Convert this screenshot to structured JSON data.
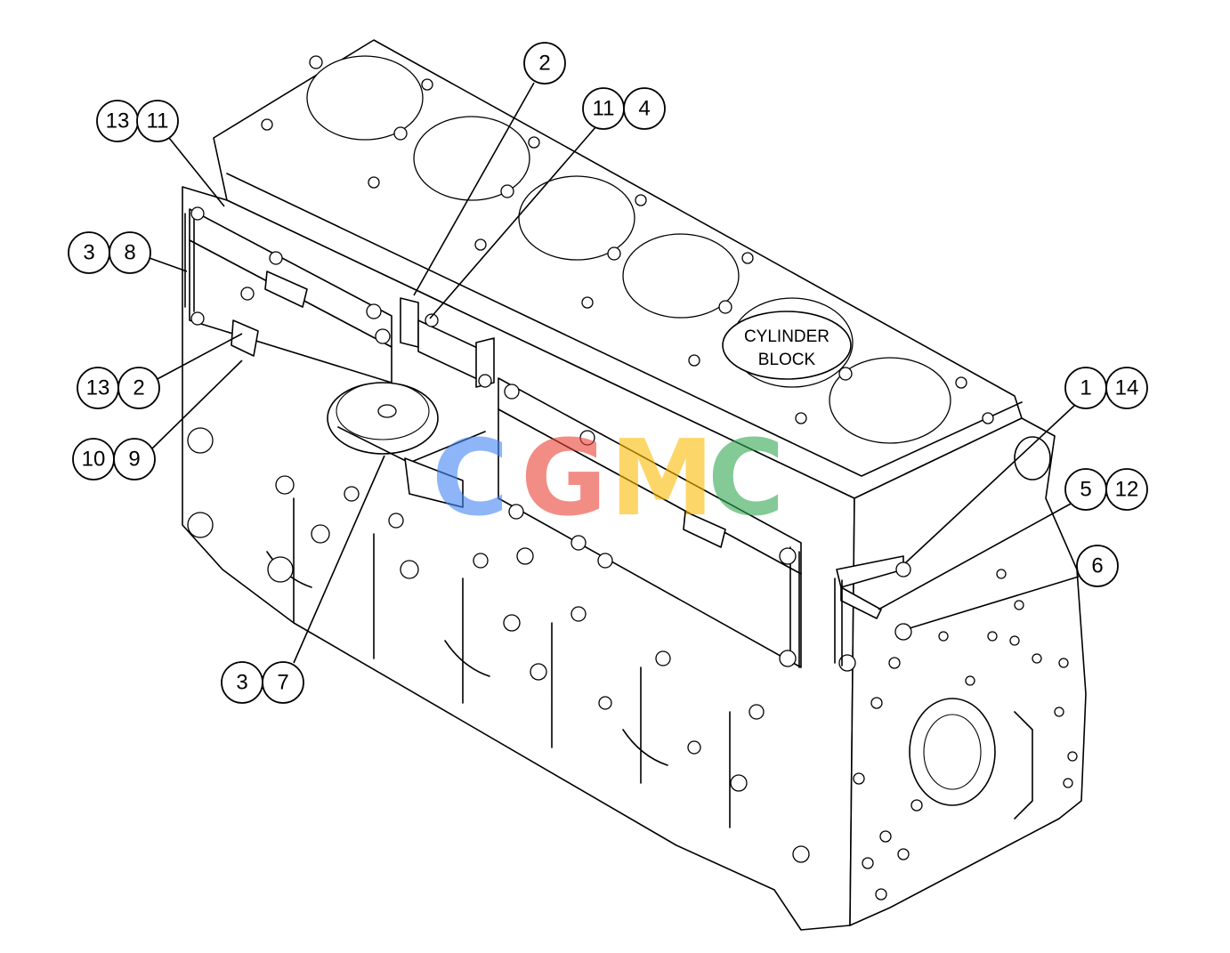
{
  "diagram": {
    "block_label_line1": "CYLINDER",
    "block_label_line2": "BLOCK",
    "callouts": [
      {
        "id": "13a",
        "text": "13"
      },
      {
        "id": "11a",
        "text": "11"
      },
      {
        "id": "3a",
        "text": "3"
      },
      {
        "id": "8",
        "text": "8"
      },
      {
        "id": "13b",
        "text": "13"
      },
      {
        "id": "2a",
        "text": "2"
      },
      {
        "id": "10",
        "text": "10"
      },
      {
        "id": "9",
        "text": "9"
      },
      {
        "id": "3b",
        "text": "3"
      },
      {
        "id": "7",
        "text": "7"
      },
      {
        "id": "2b",
        "text": "2"
      },
      {
        "id": "11b",
        "text": "11"
      },
      {
        "id": "4",
        "text": "4"
      },
      {
        "id": "1",
        "text": "1"
      },
      {
        "id": "14",
        "text": "14"
      },
      {
        "id": "5",
        "text": "5"
      },
      {
        "id": "12",
        "text": "12"
      },
      {
        "id": "6",
        "text": "6"
      }
    ]
  },
  "watermark": {
    "letters": [
      {
        "char": "C",
        "color": "#4285F4"
      },
      {
        "char": "G",
        "color": "#EA4335"
      },
      {
        "char": "M",
        "color": "#FBBC05"
      },
      {
        "char": "C",
        "color": "#34A853"
      }
    ]
  }
}
